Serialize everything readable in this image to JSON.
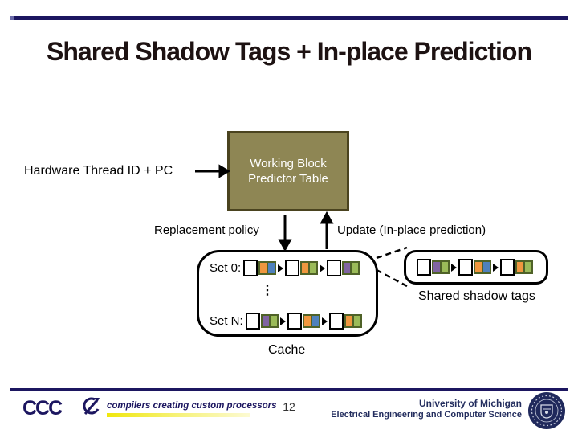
{
  "slide": {
    "title": "Shared Shadow Tags + In-place Prediction",
    "page_number": "12"
  },
  "diagram": {
    "input_label": "Hardware Thread ID + PC",
    "predictor_box_label": "Working Block Predictor Table",
    "replacement_label": "Replacement policy",
    "update_label": "Update (In-place prediction)",
    "cache": {
      "label": "Cache",
      "set0_label": "Set 0:",
      "ellipsis": "⋮",
      "setN_label": "Set N:",
      "set0_ways": [
        [
          "orange",
          "blue"
        ],
        [
          "orange",
          "green"
        ],
        [
          "purple",
          "green"
        ]
      ],
      "setN_ways": [
        [
          "purple",
          "green"
        ],
        [
          "orange",
          "blue"
        ],
        [
          "orange",
          "green"
        ]
      ]
    },
    "shadow": {
      "label": "Shared shadow tags",
      "ways": [
        [
          "purple",
          "green"
        ],
        [
          "orange",
          "blue"
        ],
        [
          "orange",
          "green"
        ]
      ]
    },
    "colors": {
      "orange": "#F0973F",
      "blue": "#4F81BD",
      "green": "#9BBB59",
      "purple": "#8064A2",
      "pair_border": "#4F6228",
      "predictor_fill": "#8E8654",
      "predictor_border": "#4A431F",
      "navy": "#1C1660"
    }
  },
  "footer": {
    "logo_text": "CCC",
    "tagline": "compilers creating custom processors",
    "org_line1": "University of Michigan",
    "org_line2": "Electrical Engineering and Computer Science"
  }
}
